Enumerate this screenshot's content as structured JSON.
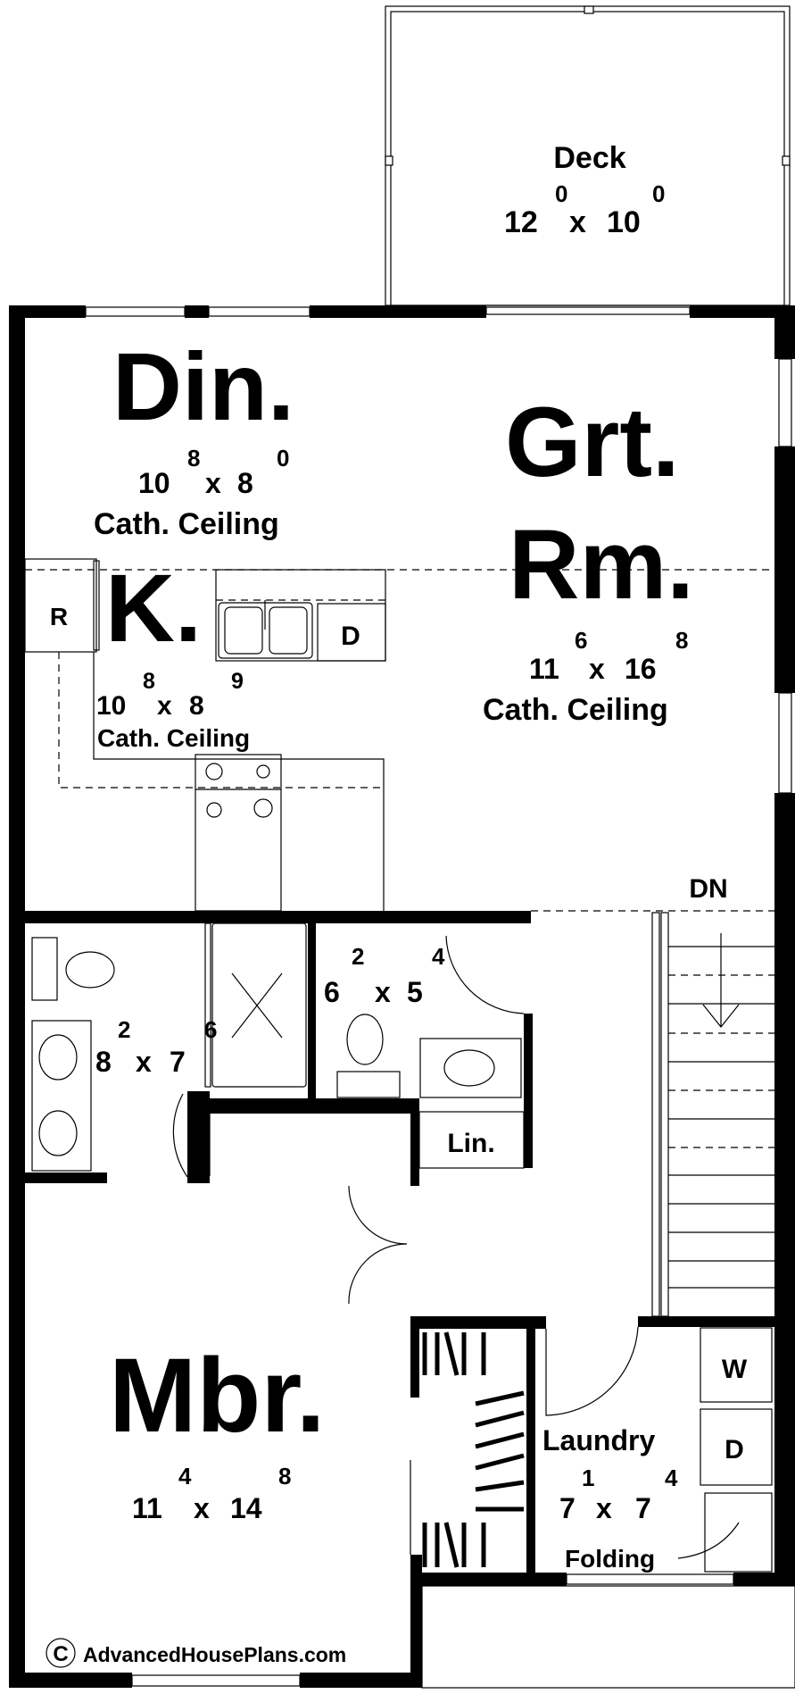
{
  "plan": {
    "deck": {
      "name": "Deck",
      "w": "12",
      "w_in": "0",
      "x": "x",
      "d": "10",
      "d_in": "0"
    },
    "dining": {
      "name": "Din.",
      "w": "10",
      "w_in": "8",
      "x": "x",
      "d": "8",
      "d_in": "0",
      "note": "Cath. Ceiling"
    },
    "great_room": {
      "name1": "Grt.",
      "name2": "Rm.",
      "w": "11",
      "w_in": "6",
      "x": "x",
      "d": "16",
      "d_in": "8",
      "note": "Cath. Ceiling"
    },
    "kitchen": {
      "name": "K.",
      "w": "10",
      "w_in": "8",
      "x": "x",
      "d": "8",
      "d_in": "9",
      "note": "Cath. Ceiling",
      "fridge": "R",
      "dishwasher": "D"
    },
    "stairs": {
      "label": "DN"
    },
    "bath1": {
      "w": "8",
      "w_in": "2",
      "x": "x",
      "d": "7",
      "d_in": "6"
    },
    "bath2": {
      "w": "6",
      "w_in": "2",
      "x": "x",
      "d": "5",
      "d_in": "4"
    },
    "linen": {
      "name": "Lin."
    },
    "master": {
      "name": "Mbr.",
      "w": "11",
      "w_in": "4",
      "x": "x",
      "d": "14",
      "d_in": "8"
    },
    "laundry": {
      "name": "Laundry",
      "w": "7",
      "w_in": "1",
      "x": "x",
      "d": "7",
      "d_in": "4",
      "folding": "Folding",
      "washer": "W",
      "dryer": "D"
    },
    "copyright": {
      "symbol": "C",
      "text": "AdvancedHousePlans.com"
    }
  }
}
